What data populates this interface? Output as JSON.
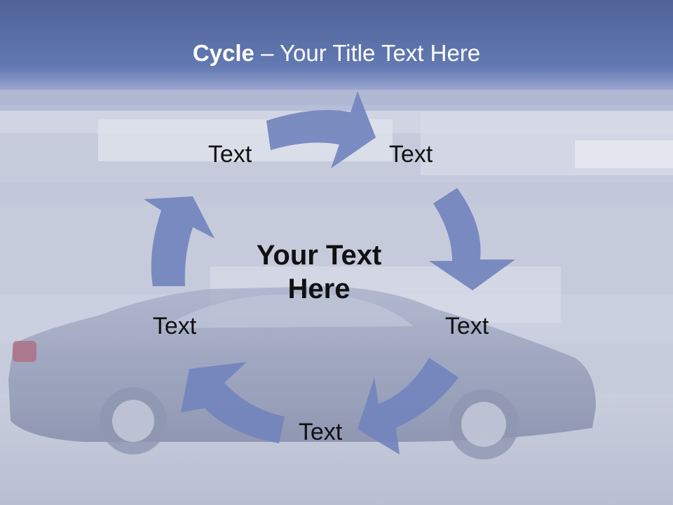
{
  "title": {
    "bold_part": "Cycle",
    "rest": " – Your Title Text Here"
  },
  "center_text": {
    "line1": "Your Text",
    "line2": "Here"
  },
  "nodes": [
    "Text",
    "Text",
    "Text",
    "Text",
    "Text"
  ],
  "colors": {
    "arrow": "#7284bd",
    "header": "#5a6fa8",
    "text": "#111111"
  }
}
